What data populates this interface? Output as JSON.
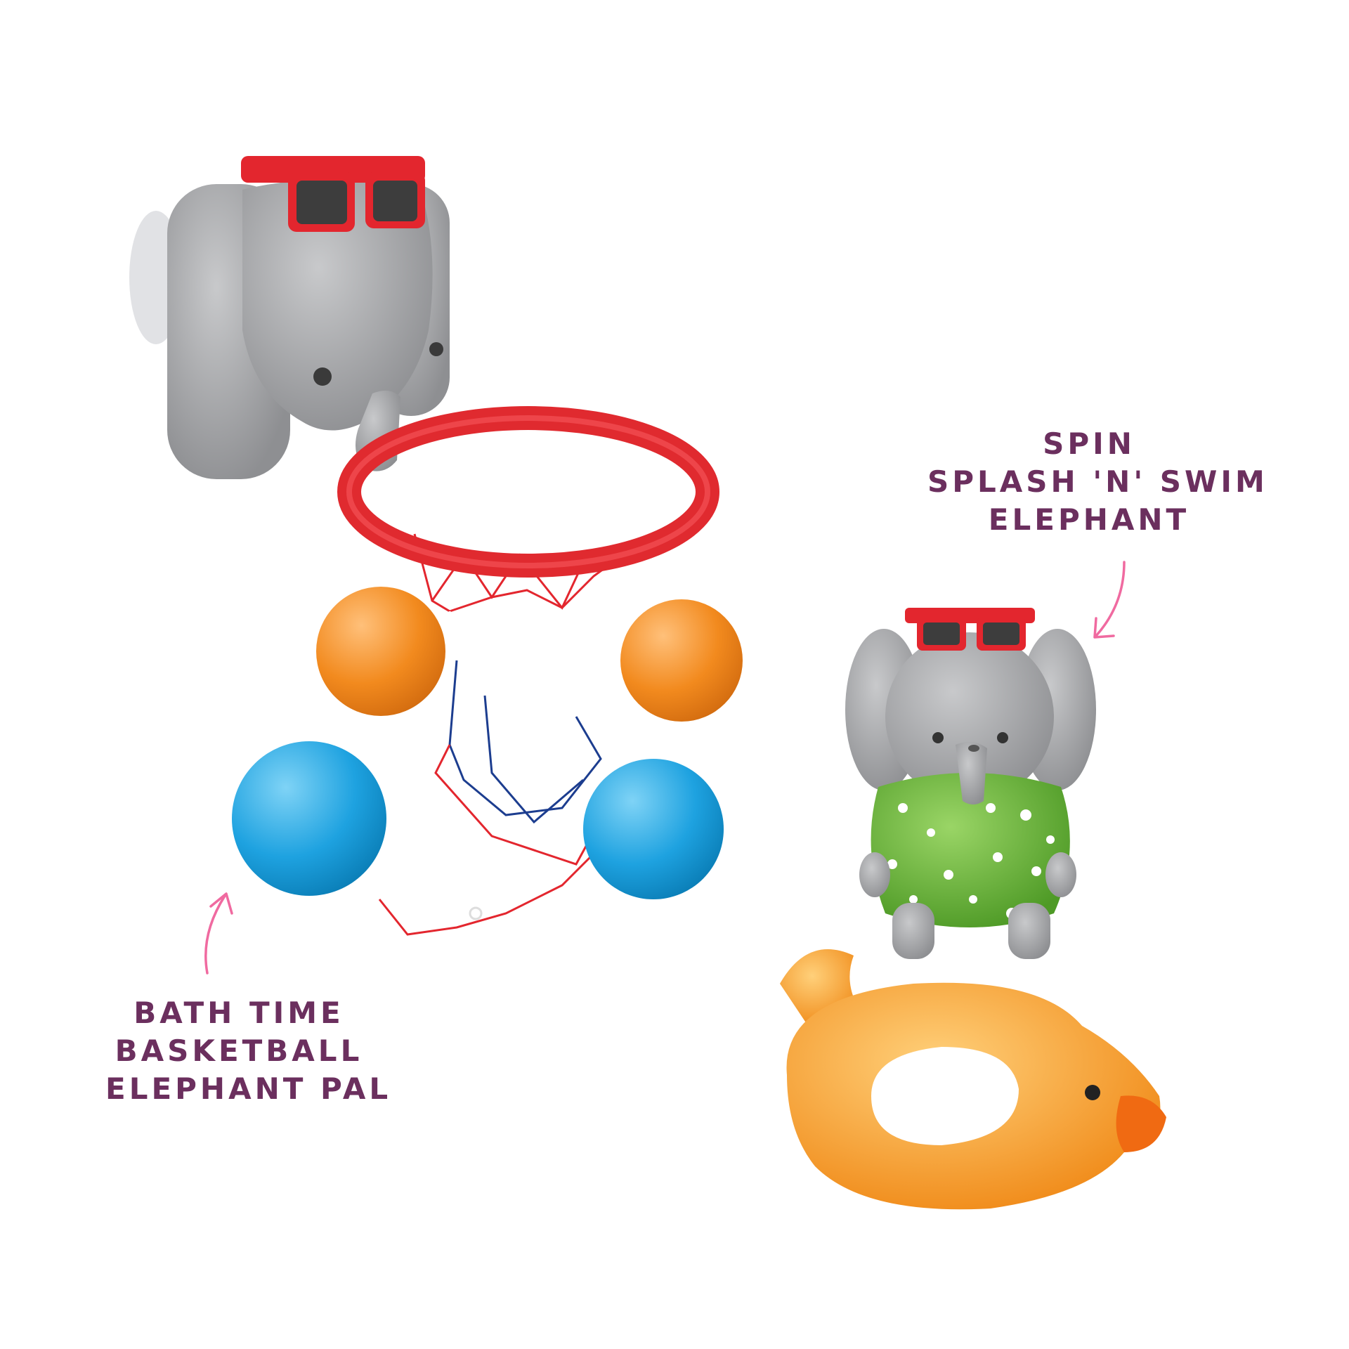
{
  "products": [
    {
      "id": "basketball",
      "label_lines": [
        "BATH TIME",
        "BASKETBALL",
        "ELEPHANT PAL"
      ],
      "icon": "elephant-basketball-hoop"
    },
    {
      "id": "swim",
      "label_lines": [
        "SPIN",
        "SPLASH 'N' SWIM",
        "ELEPHANT"
      ],
      "icon": "elephant-with-swim-ring"
    }
  ],
  "colors": {
    "label_text": "#6b2f5e",
    "arrow": "#f06aa0",
    "elephant_gray": "#a8a9ab",
    "sunglasses_red": "#e3262e",
    "hoop_red": "#e02a2f",
    "ball_orange": "#f28a1e",
    "ball_blue": "#1ea2e0",
    "shirt_green": "#6fb83a",
    "ring_orange": "#f6a233"
  }
}
